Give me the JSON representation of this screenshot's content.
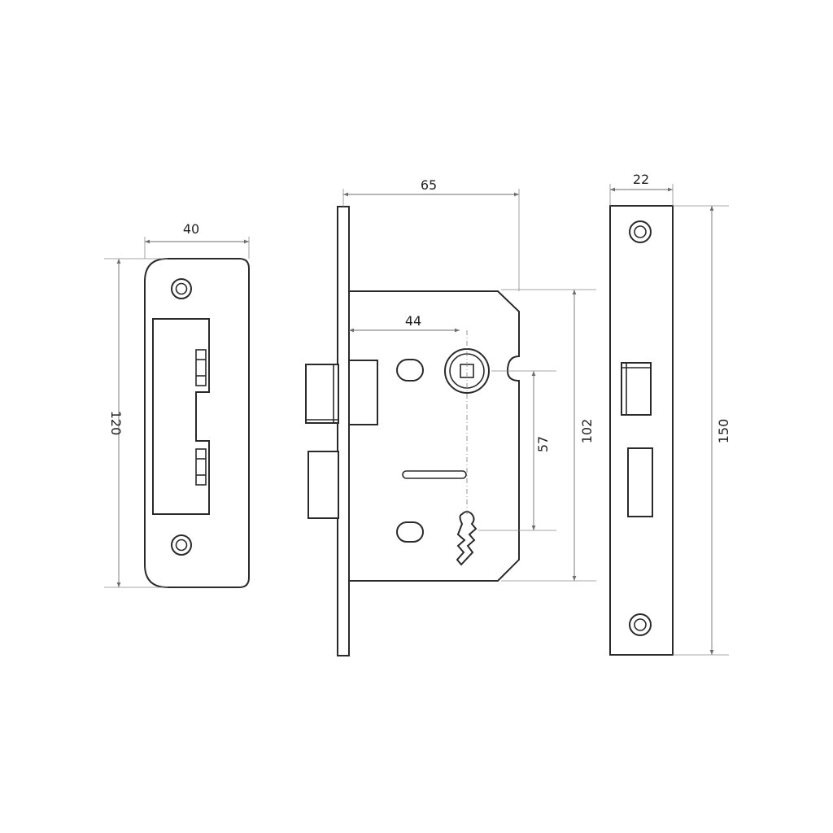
{
  "strike_plate": {
    "width_label": "40",
    "height_label": "120"
  },
  "lock_body": {
    "backset_label": "65",
    "spindle_backset_label": "44",
    "centres_label": "57",
    "case_height_label": "102"
  },
  "forend": {
    "width_label": "22",
    "height_label": "150"
  },
  "colors": {
    "line": "#2a2a2a",
    "dimension": "#6e6e6e",
    "background": "#ffffff"
  }
}
